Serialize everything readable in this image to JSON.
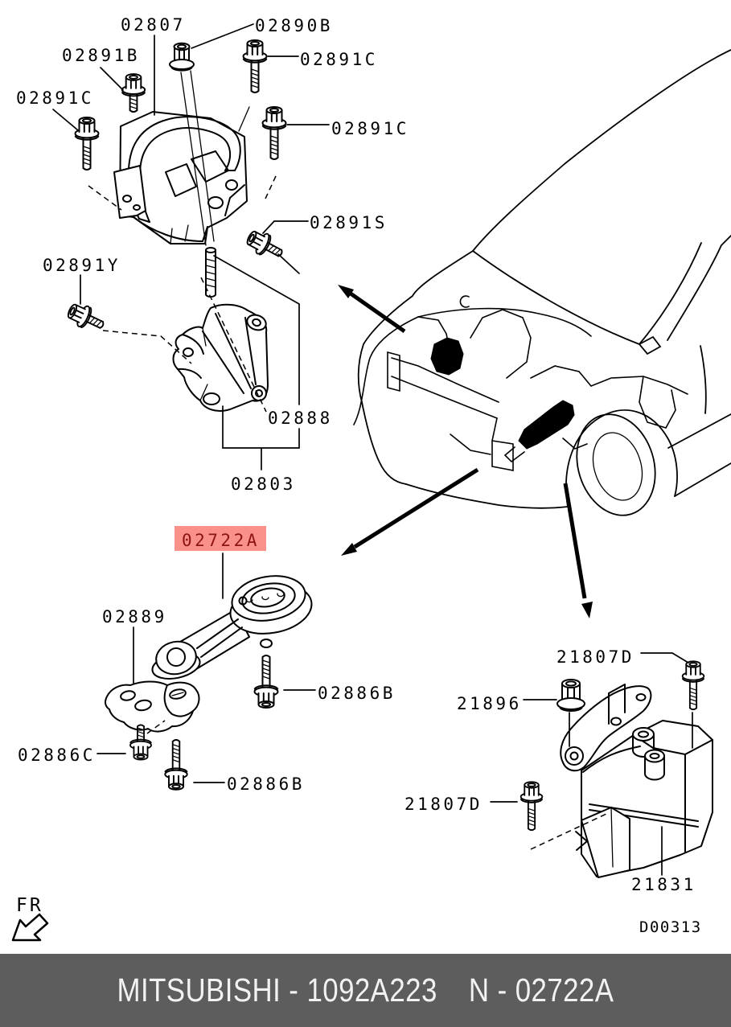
{
  "diagram": {
    "highlighted_part": "02722A",
    "parts": {
      "p02807": "02807",
      "p02890B": "02890B",
      "p02891B": "02891B",
      "p02891C": "02891C",
      "p02891S": "02891S",
      "p02891Y": "02891Y",
      "p02888": "02888",
      "p02803": "02803",
      "p02722A": "02722A",
      "p02889": "02889",
      "p02886B": "02886B",
      "p02886C": "02886C",
      "p21807D": "21807D",
      "p21896": "21896",
      "p21831": "21831"
    },
    "fr_label": "FR",
    "drawing_code": "D00313"
  },
  "footer": {
    "brand_code": "MITSUBISHI - 1092A223",
    "page_code": "N - 02722A"
  },
  "colors": {
    "line": "#000000",
    "highlight_bg": "#f9908a",
    "highlight_fg": "#8e1410",
    "footer_bg": "#5d5d5d",
    "footer_fg": "#f2f2f2"
  }
}
